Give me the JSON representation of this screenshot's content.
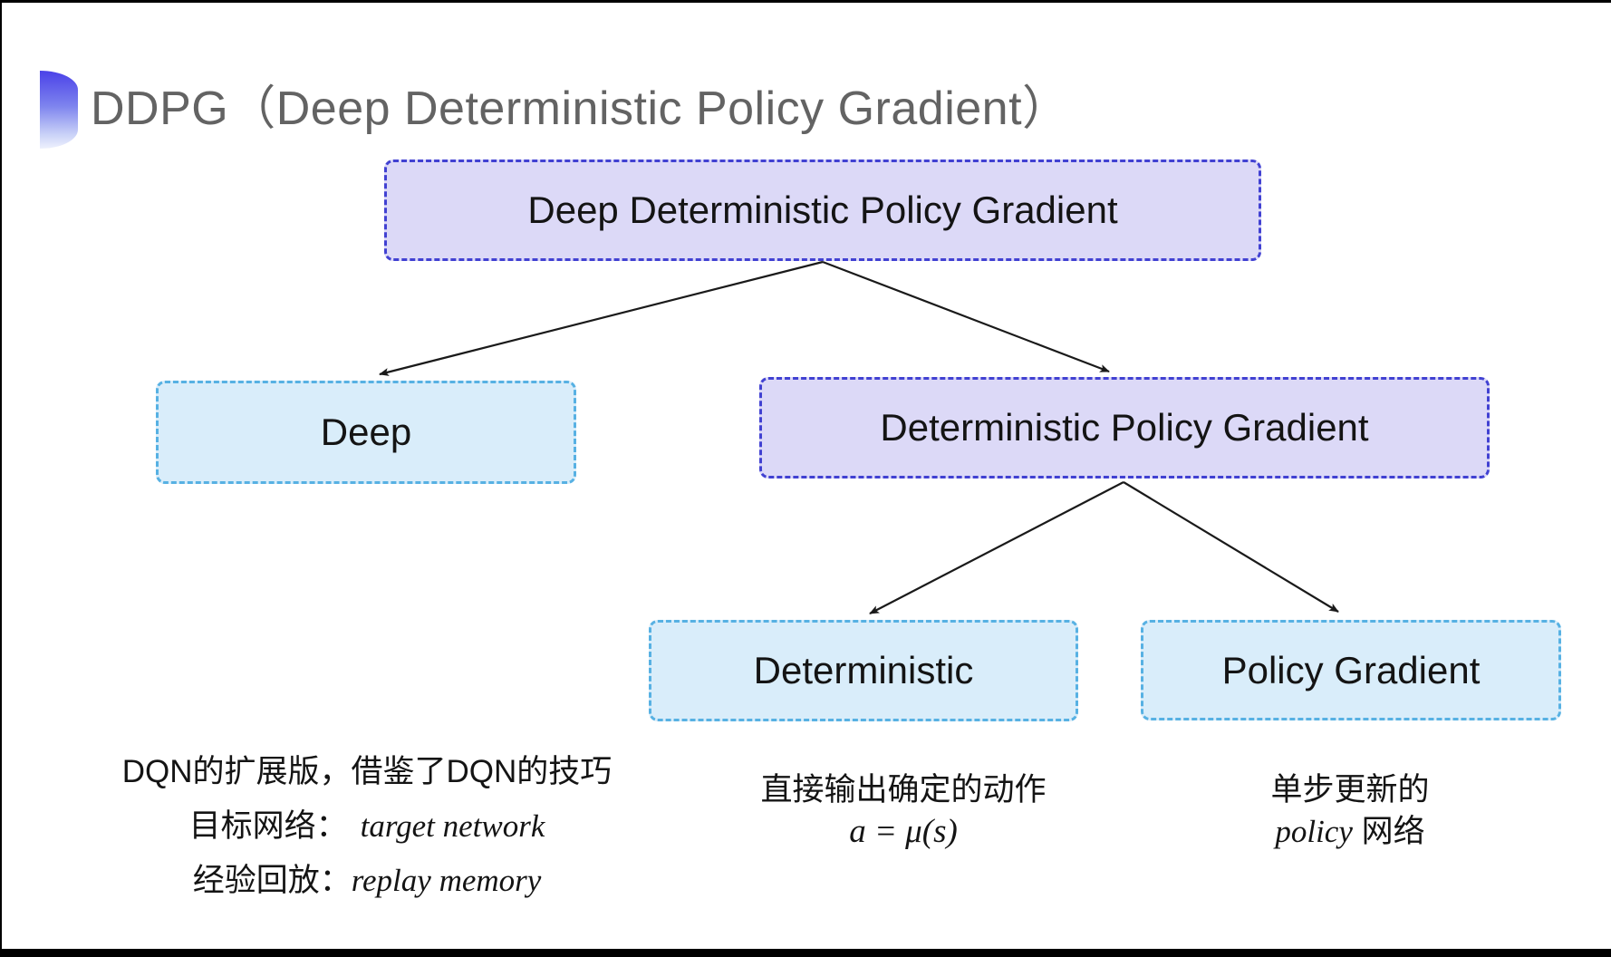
{
  "page": {
    "title": "DDPG（Deep Deterministic Policy Gradient）"
  },
  "tree": {
    "root": {
      "label": "Deep Deterministic Policy Gradient"
    },
    "deep": {
      "label": "Deep"
    },
    "dpg": {
      "label": "Deterministic Policy Gradient"
    },
    "deterministic": {
      "label": "Deterministic"
    },
    "policy_gradient": {
      "label": "Policy Gradient"
    }
  },
  "notes": {
    "deep": {
      "line1": "DQN的扩展版，借鉴了DQN的技巧",
      "line2_label": "目标网络：",
      "line2_value": "target network",
      "line3_label": "经验回放：",
      "line3_value": "replay memory"
    },
    "deterministic": {
      "line1": "直接输出确定的动作",
      "line2_formula": "a = μ(s)"
    },
    "policy_gradient": {
      "line1": "单步更新的",
      "line2_italic": "policy",
      "line2_rest": " 网络"
    }
  },
  "icons": {
    "title_bullet": "blue-half-circle-icon"
  },
  "colors": {
    "purple_box_bg": "#dcd9f7",
    "purple_box_border": "#4141d2",
    "blue_box_bg": "#d9edfa",
    "blue_box_border": "#57b1e3",
    "arrow_color": "#1a1a1a",
    "title_color": "#636363",
    "edge_color": "#000000"
  }
}
